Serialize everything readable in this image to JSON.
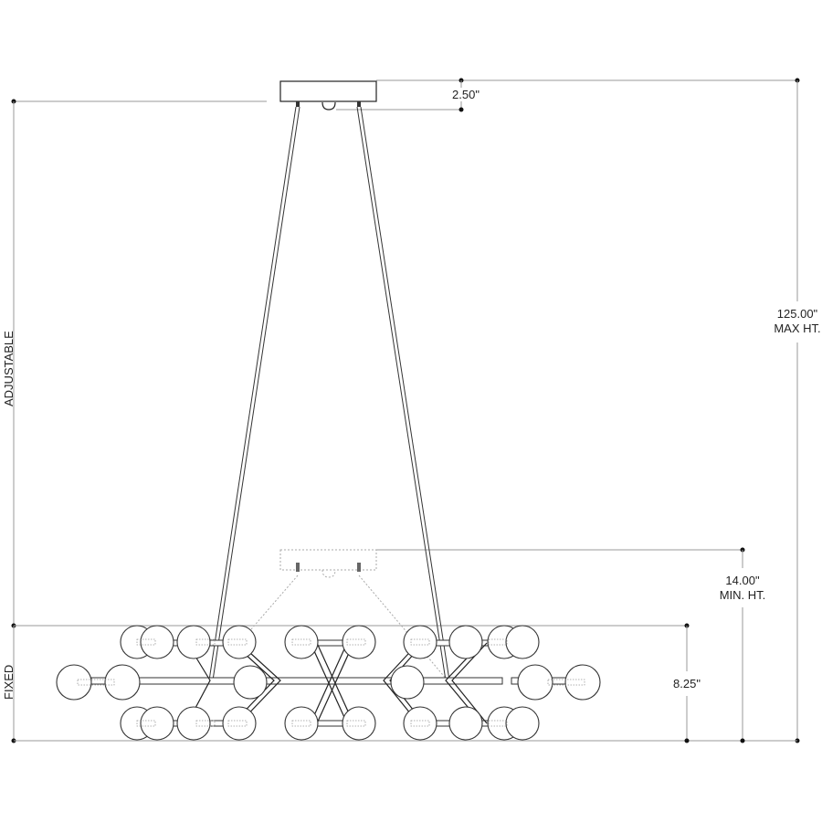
{
  "drawing": {
    "type": "technical dimension drawing",
    "subject": "linear globe chandelier with adjustable cables"
  },
  "dimensions": {
    "canopy_height": "2.50\"",
    "max_height_value": "125.00\"",
    "max_height_label": "MAX HT.",
    "min_height_value": "14.00\"",
    "min_height_label": "MIN. HT.",
    "fixture_height": "8.25\""
  },
  "side_labels": {
    "adjustable": "ADJUSTABLE",
    "fixed": "FIXED"
  },
  "colors": {
    "line": "#333333",
    "dimension_line": "#9a9a9a",
    "background": "#ffffff"
  }
}
